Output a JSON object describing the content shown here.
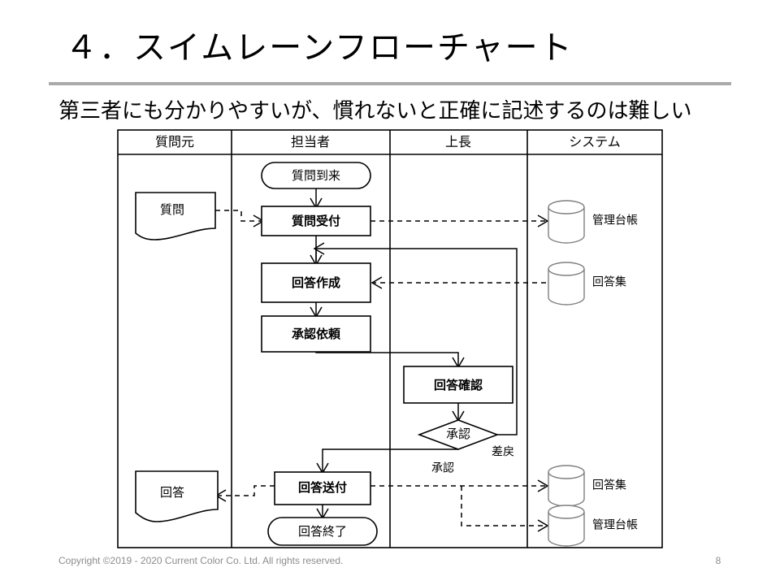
{
  "slide": {
    "title": "４．スイムレーンフローチャート",
    "subtitle": "第三者にも分かりやすいが、慣れないと正確に記述するのは難しい",
    "page_number": "8",
    "copyright": "Copyright ©2019 - 2020 Current Color Co. Ltd. All rights reserved.",
    "rule_color": "#aaaaaa",
    "footer_color": "#8c8c8c"
  },
  "diagram": {
    "lanes": [
      {
        "label": "質問元"
      },
      {
        "label": "担当者"
      },
      {
        "label": "上長"
      },
      {
        "label": "システム"
      }
    ],
    "nodes": [
      {
        "id": "start",
        "label": "質問到来",
        "shape": "terminator",
        "lane": "担当者"
      },
      {
        "id": "doc_q",
        "label": "質問",
        "shape": "document",
        "lane": "質問元"
      },
      {
        "id": "recv",
        "label": "質問受付",
        "shape": "process",
        "lane": "担当者"
      },
      {
        "id": "draft",
        "label": "回答作成",
        "shape": "process",
        "lane": "担当者"
      },
      {
        "id": "request",
        "label": "承認依頼",
        "shape": "process",
        "lane": "担当者"
      },
      {
        "id": "review",
        "label": "回答確認",
        "shape": "process",
        "lane": "上長"
      },
      {
        "id": "decide",
        "label": "承認",
        "shape": "decision",
        "lane": "上長"
      },
      {
        "id": "send",
        "label": "回答送付",
        "shape": "process",
        "lane": "担当者"
      },
      {
        "id": "doc_a",
        "label": "回答",
        "shape": "document",
        "lane": "質問元"
      },
      {
        "id": "end",
        "label": "回答終了",
        "shape": "terminator",
        "lane": "担当者"
      }
    ],
    "databases": [
      {
        "id": "db1",
        "label": "管理台帳"
      },
      {
        "id": "db2",
        "label": "回答集"
      },
      {
        "id": "db3",
        "label": "回答集"
      },
      {
        "id": "db4",
        "label": "管理台帳"
      }
    ],
    "edge_labels": [
      {
        "id": "lbl_reject",
        "label": "差戻"
      },
      {
        "id": "lbl_approve",
        "label": "承認"
      }
    ]
  }
}
